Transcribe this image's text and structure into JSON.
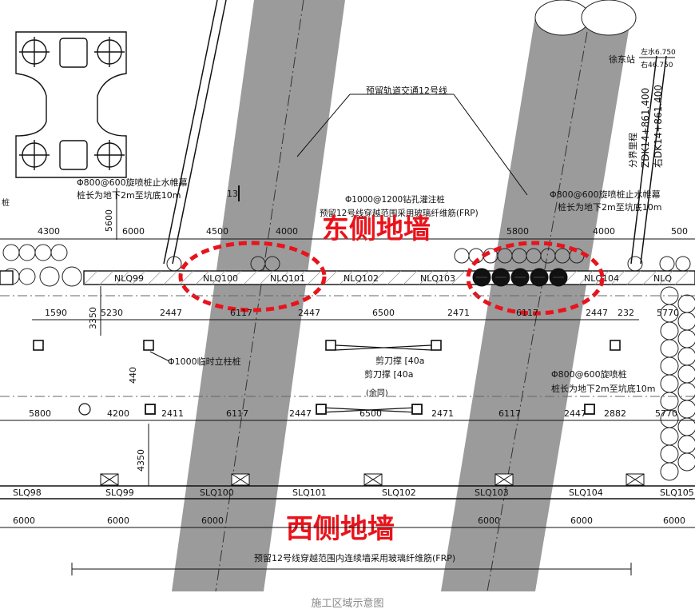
{
  "caption": "施工区域示意图",
  "title_east": "东侧地墙",
  "title_west": "西侧地墙",
  "line12_label": "预留轨道交通12号线",
  "station_label": "徐东站",
  "station_left": "左水6.750",
  "station_right": "右46.750",
  "mileage_1": "ZDK14+861.400",
  "mileage_2": "右DK14+861.400",
  "mileage_note": "分界里程",
  "mark_13": "13",
  "left_pile_note_1": "Φ800@600旋喷桩止水帷幕",
  "left_pile_note_2": "桩长为地下2m至坑底10m",
  "center_pile_note_1": "Φ1000@1200钻孔灌注桩",
  "center_pile_note_2": "预留12号线穿越范围采用玻璃纤维筋(FRP)",
  "right_pile_note_1": "Φ800@600旋喷桩止水帷幕",
  "right_pile_note_2": "桩长为地下2m至坑底10m",
  "right_lower_note_1": "Φ800@600旋喷桩",
  "right_lower_note_2": "桩长为地下2m至坑底10m",
  "temp_column": "Φ1000临时立柱桩",
  "brace_1": "剪刀撑 [40a",
  "brace_2": "剪刀撑 [40a",
  "brace_3": "(余同)",
  "bottom_note": "预留12号线穿越范围内连续墙采用玻璃纤维筋(FRP)",
  "pile_left_label": "桩",
  "vertical_dim_1": "5600",
  "vertical_dim_2": "3350",
  "vertical_dim_3": "4350",
  "vertical_dim_4": "440",
  "top_dims": [
    "4300",
    "6000",
    "4500",
    "4000",
    "5800",
    "4000",
    "500"
  ],
  "nlq": [
    "NLQ99",
    "NLQ100",
    "NLQ101",
    "NLQ102",
    "NLQ103",
    "NLQ104",
    "NLQ"
  ],
  "row2_dims": [
    "1590",
    "5230",
    "2447",
    "6117",
    "2447",
    "6500",
    "2471",
    "6117",
    "2447",
    "232",
    "5770"
  ],
  "row3_dims": [
    "5800",
    "4200",
    "2411",
    "6117",
    "2447",
    "6500",
    "2471",
    "6117",
    "2447",
    "2882",
    "5770"
  ],
  "slq": [
    "SLQ98",
    "SLQ99",
    "SLQ100",
    "SLQ101",
    "SLQ102",
    "SLQ103",
    "SLQ104",
    "SLQ105"
  ],
  "bottom_dims": [
    "6000",
    "6000",
    "6000",
    "6000",
    "6000",
    "6000"
  ],
  "colors": {
    "red": "#e8131b",
    "band": "#9b9b9b",
    "line": "#111111"
  }
}
